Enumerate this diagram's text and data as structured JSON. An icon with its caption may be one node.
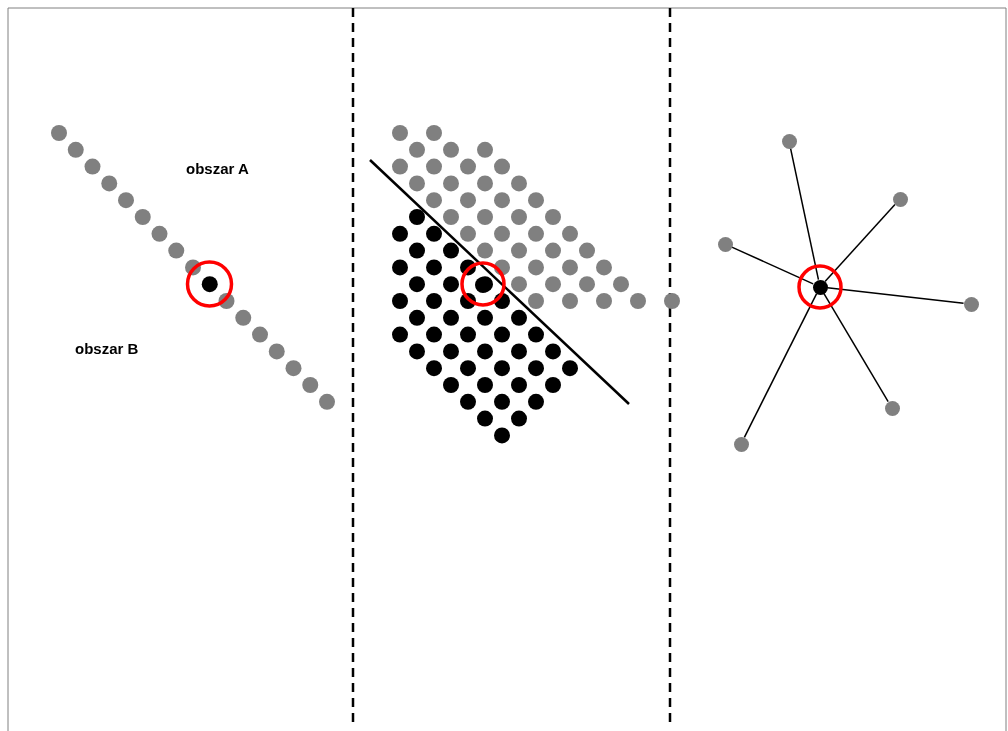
{
  "diagram": {
    "nodes": [
      {
        "text": [],
        "shape": "circle"
      },
      {
        "text": [],
        "shape": "circle"
      },
      {
        "text": [],
        "shape": "circle"
      },
      {
        "text": [],
        "shape": "circle"
      },
      {
        "text": [],
        "shape": "circle"
      },
      {
        "text": [],
        "shape": "circle"
      },
      {
        "text": [],
        "shape": "circle"
      }
    ],
    "edges": [
      {
        "from": 3,
        "to": 0,
        "arrow": "none"
      },
      {
        "from": 3,
        "to": 1,
        "arrow": "none"
      },
      {
        "from": 3,
        "to": 2,
        "arrow": "none"
      },
      {
        "from": 3,
        "to": 4,
        "arrow": "none"
      },
      {
        "from": 3,
        "to": 5,
        "arrow": "none"
      },
      {
        "from": 3,
        "to": 6,
        "arrow": "none"
      }
    ],
    "labels": [
      "obszar A",
      "obszar B"
    ]
  }
}
